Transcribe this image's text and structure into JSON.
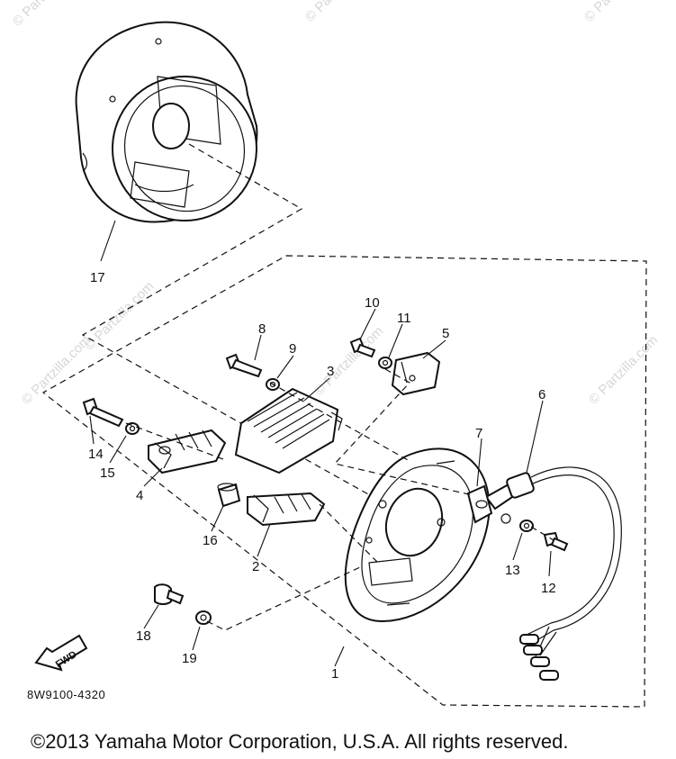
{
  "diagram": {
    "diagram_code": "8W9100-4320",
    "copyright": "©2013 Yamaha Motor Corporation, U.S.A. All rights reserved.",
    "fwd_label": "FWD",
    "watermark": "© Partzilla.com",
    "callouts": {
      "p1": "1",
      "p2": "2",
      "p3": "3",
      "p4": "4",
      "p5": "5",
      "p6": "6",
      "p7": "7",
      "p8": "8",
      "p9": "9",
      "p10": "10",
      "p11": "11",
      "p12": "12",
      "p13": "13",
      "p14": "14",
      "p15": "15",
      "p16": "16",
      "p17": "17",
      "p18": "18",
      "p19": "19"
    }
  }
}
